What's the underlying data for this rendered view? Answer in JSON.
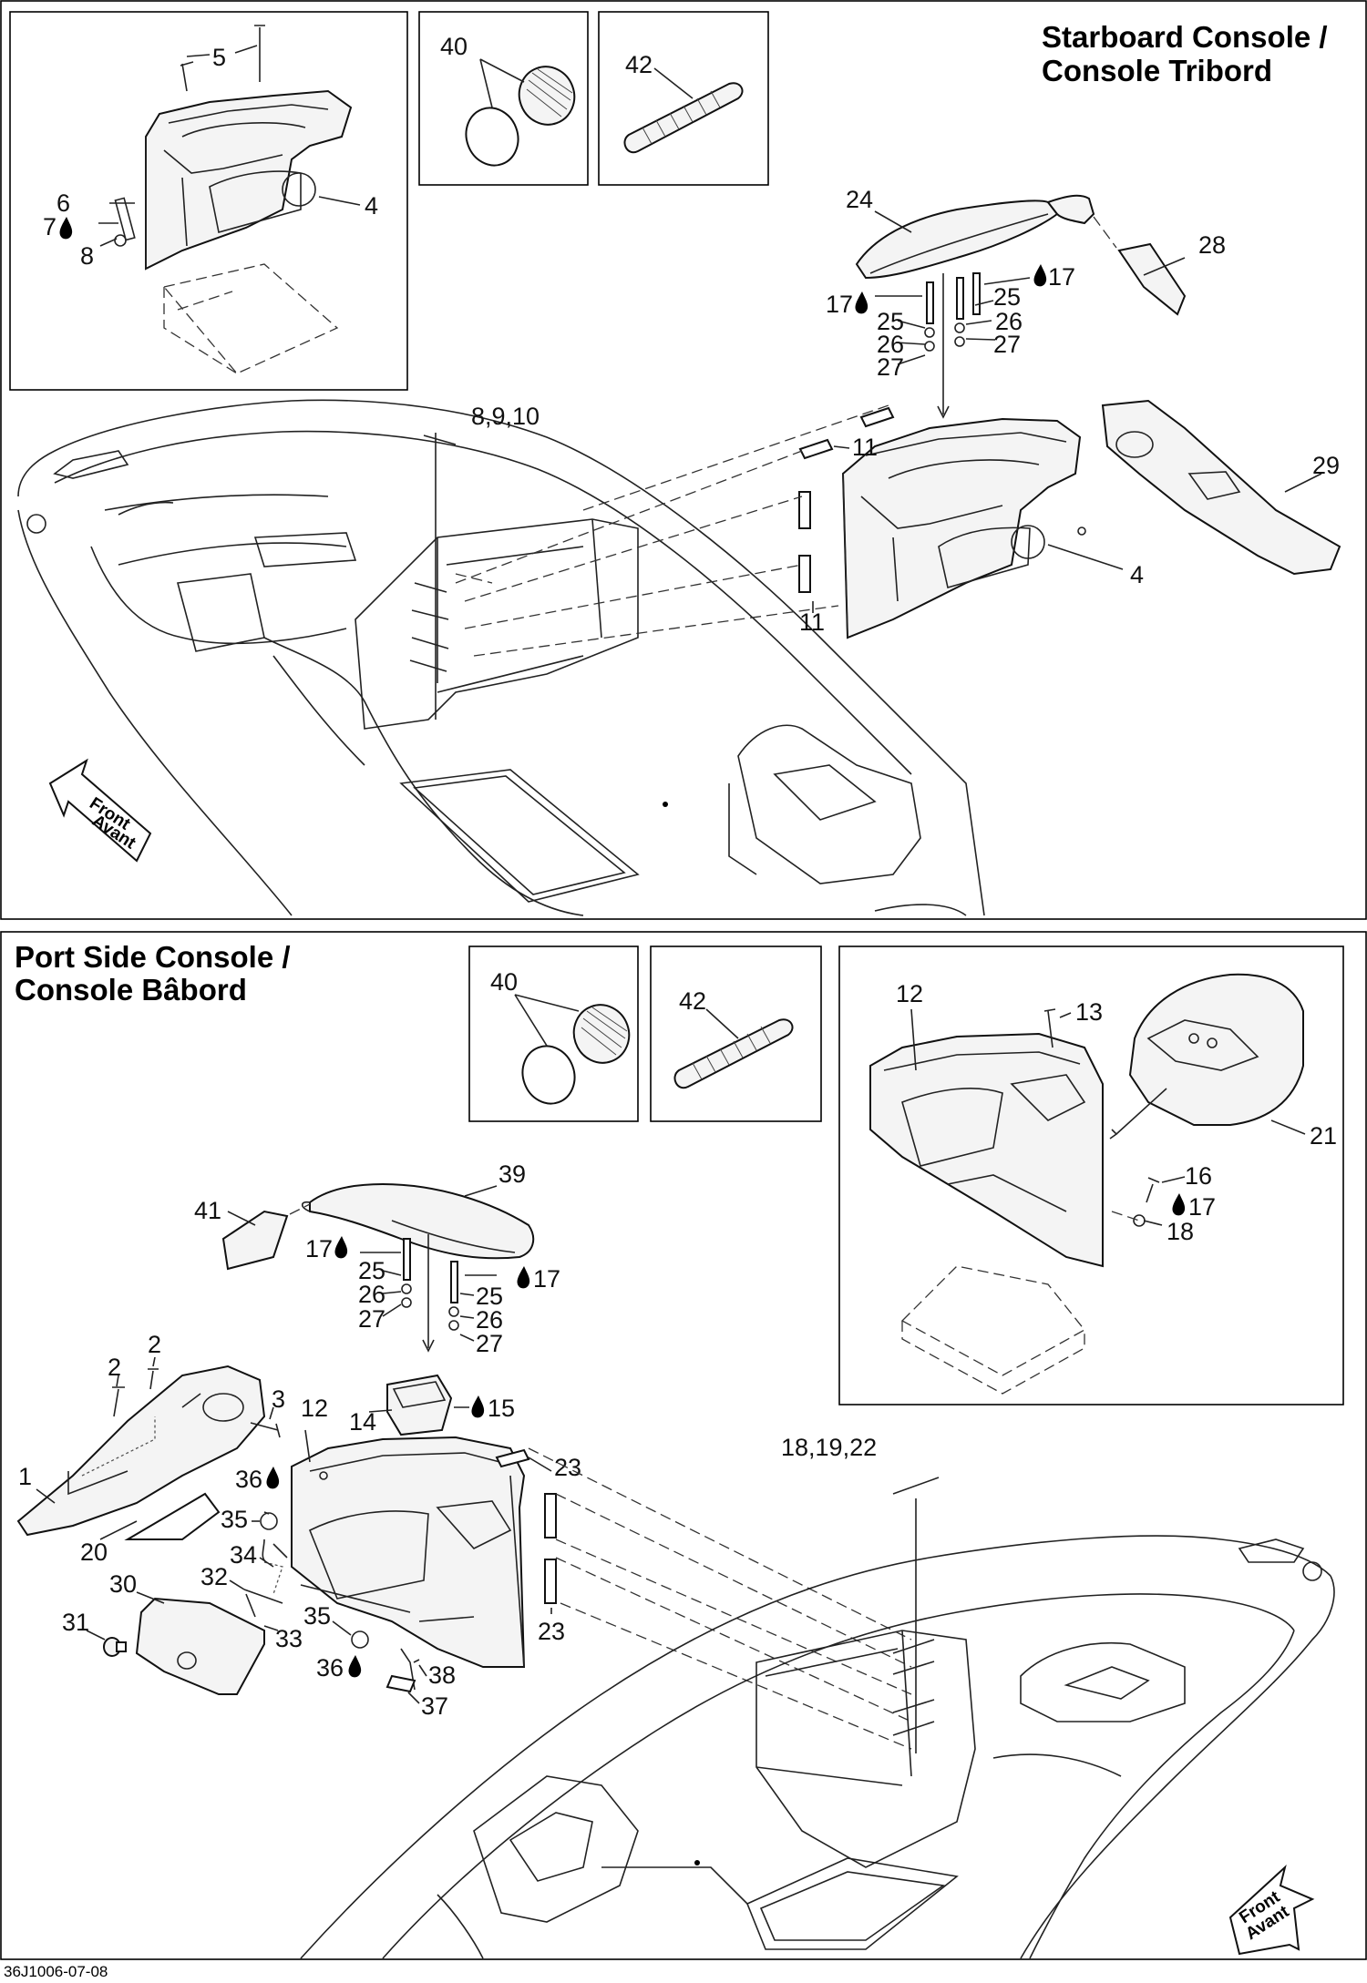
{
  "titles": {
    "starboard_line1": "Starboard Console /",
    "starboard_line2": "Console Tribord",
    "port_line1": "Port Side Console /",
    "port_line2": "Console Bâbord"
  },
  "front_arrow": {
    "line1": "Front",
    "line2": "Avant"
  },
  "footer": {
    "code": "36J1006-07-08"
  },
  "labels": {
    "top": {
      "l5": "5",
      "l6": "6",
      "l7": "7",
      "l8": "8",
      "l4a": "4",
      "l40": "40",
      "l42": "42",
      "l24": "24",
      "l28": "28",
      "l17a": "17",
      "l17b": "17",
      "l25a": "25",
      "l25b": "25",
      "l26a": "26",
      "l26b": "26",
      "l27a": "27",
      "l27b": "27",
      "l8910": "8,9,10",
      "l11a": "11",
      "l11b": "11",
      "l29": "29",
      "l4b": "4"
    },
    "bottom": {
      "l40": "40",
      "l42": "42",
      "l12a": "12",
      "l13": "13",
      "l21": "21",
      "l16": "16",
      "l17c": "17",
      "l18": "18",
      "l39": "39",
      "l41": "41",
      "l17a": "17",
      "l17b": "17",
      "l25a": "25",
      "l25b": "25",
      "l26a": "26",
      "l26b": "26",
      "l27a": "27",
      "l27b": "27",
      "l2a": "2",
      "l2b": "2",
      "l3": "3",
      "l1": "1",
      "l20": "20",
      "l12b": "12",
      "l14": "14",
      "l15": "15",
      "l36a": "36",
      "l35a": "35",
      "l34": "34",
      "l32": "32",
      "l33": "33",
      "l30": "30",
      "l31": "31",
      "l35b": "35",
      "l36b": "36",
      "l38": "38",
      "l37": "37",
      "l23a": "23",
      "l23b": "23",
      "l181922": "18,19,22"
    }
  }
}
